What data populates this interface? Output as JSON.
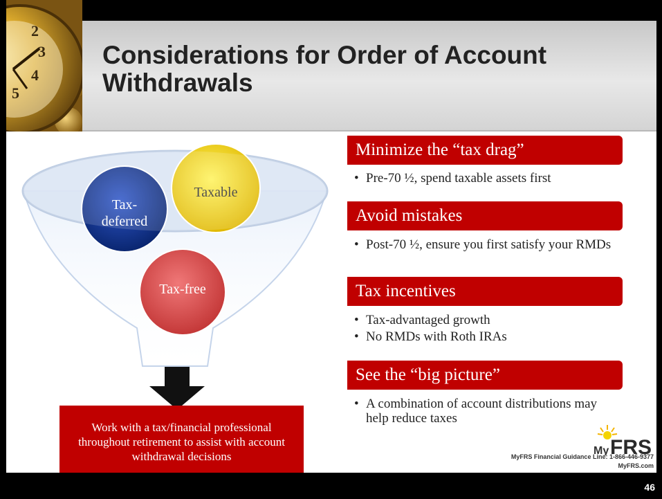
{
  "slide": {
    "title": "Considerations for Order of Account Withdrawals",
    "page_number": "46"
  },
  "funnel": {
    "circles": [
      {
        "label_line1": "Tax-",
        "label_line2": "deferred",
        "color": "#0b2f8f"
      },
      {
        "label": "Taxable",
        "color": "#f4d400"
      },
      {
        "label": "Tax-free",
        "color": "#e45a5a"
      }
    ]
  },
  "advice_box": {
    "text": "Work with a tax/financial professional throughout retirement to assist with account withdrawal decisions",
    "color": "#c00000"
  },
  "sections": [
    {
      "header": "Minimize the “tax drag”",
      "bullets": [
        "Pre-70 ½, spend taxable assets first"
      ]
    },
    {
      "header": "Avoid mistakes",
      "bullets": [
        "Post-70 ½, ensure you first satisfy your RMDs"
      ]
    },
    {
      "header": "Tax incentives",
      "bullets": [
        "Tax-advantaged growth",
        "No RMDs with Roth IRAs"
      ]
    },
    {
      "header": "See the “big picture”",
      "bullets": [
        "A combination of account distributions may help reduce taxes"
      ]
    }
  ],
  "footer": {
    "logo_text_my": "My",
    "logo_text_frs": "FRS",
    "guidance_line": "MyFRS Financial Guidance Line: 1-866-446-9377",
    "website": "MyFRS.com"
  }
}
